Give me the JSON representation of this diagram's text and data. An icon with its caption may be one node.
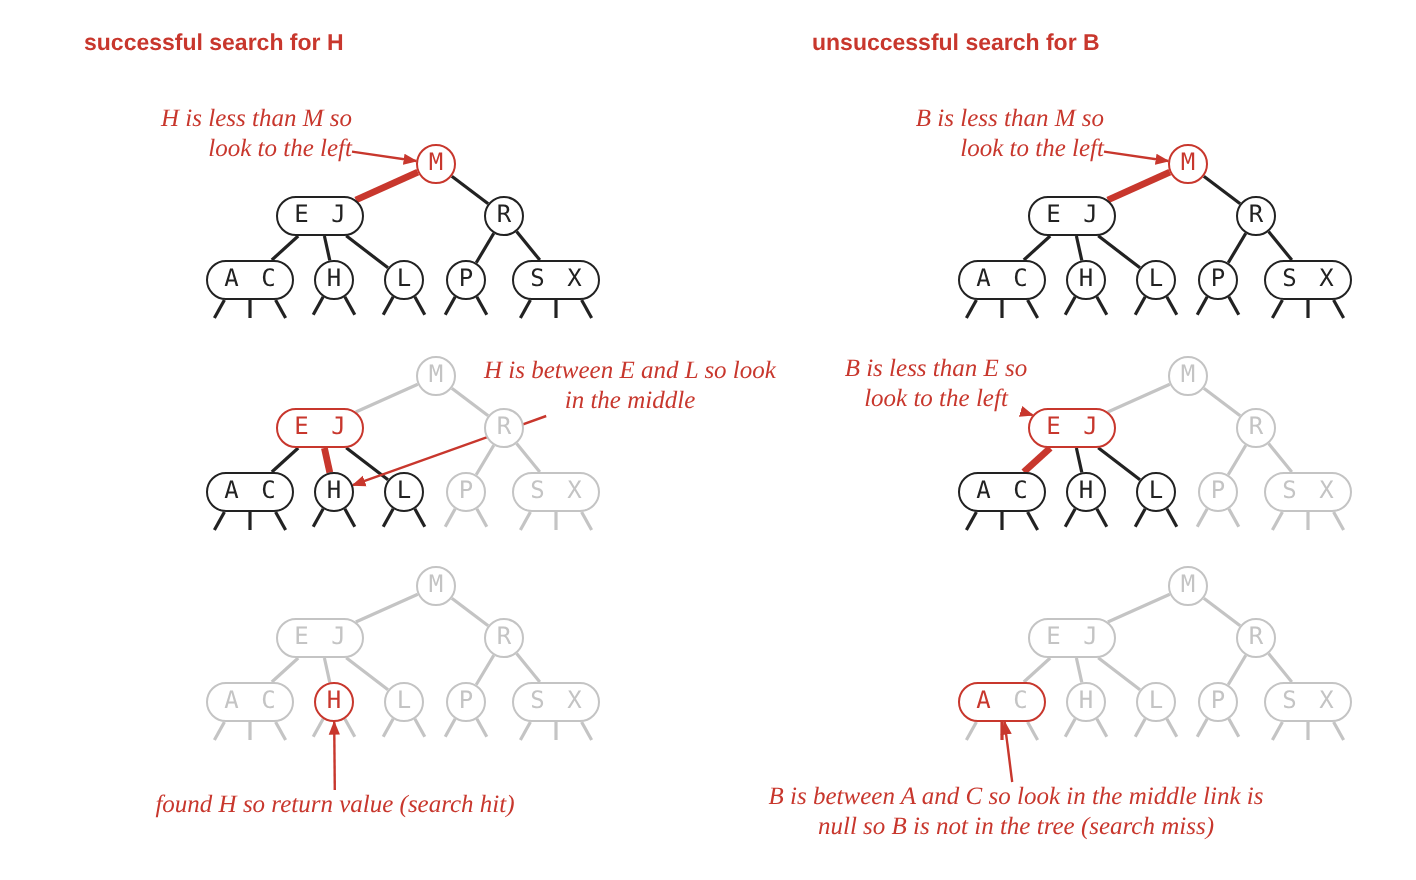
{
  "diagram": {
    "nodes": [
      {
        "text": [
          "H is less than M so look to the left"
        ]
      },
      {
        "text": [
          "M"
        ]
      },
      {
        "text": [
          "E J"
        ]
      },
      {
        "text": [
          "R"
        ]
      },
      {
        "text": [
          "A C"
        ]
      },
      {
        "text": [
          "H"
        ]
      },
      {
        "text": [
          "L"
        ]
      },
      {
        "text": [
          "P"
        ]
      },
      {
        "text": [
          "S X"
        ]
      },
      {
        "text": [
          "B is less than M so look to the left"
        ]
      },
      {
        "text": [
          "M"
        ]
      },
      {
        "text": [
          "E J"
        ]
      },
      {
        "text": [
          "R"
        ]
      },
      {
        "text": [
          "A C"
        ]
      },
      {
        "text": [
          "H"
        ]
      },
      {
        "text": [
          "L"
        ]
      },
      {
        "text": [
          "P"
        ]
      },
      {
        "text": [
          "S X"
        ]
      },
      {
        "text": [
          "H is between E and L so look in the middle"
        ]
      },
      {
        "text": [
          "M"
        ]
      },
      {
        "text": [
          "E J"
        ]
      },
      {
        "text": [
          "R"
        ]
      },
      {
        "text": [
          "A C"
        ]
      },
      {
        "text": [
          "H"
        ]
      },
      {
        "text": [
          "L"
        ]
      },
      {
        "text": [
          "P"
        ]
      },
      {
        "text": [
          "S X"
        ]
      },
      {
        "text": [
          "B is less than E so look to the left"
        ]
      },
      {
        "text": [
          "M"
        ]
      },
      {
        "text": [
          "E J"
        ]
      },
      {
        "text": [
          "R"
        ]
      },
      {
        "text": [
          "A C"
        ]
      },
      {
        "text": [
          "H"
        ]
      },
      {
        "text": [
          "L"
        ]
      },
      {
        "text": [
          "P"
        ]
      },
      {
        "text": [
          "S X"
        ]
      },
      {
        "text": [
          "found H so return value (search hit)"
        ]
      },
      {
        "text": [
          "M"
        ]
      },
      {
        "text": [
          "E J"
        ]
      },
      {
        "text": [
          "R"
        ]
      },
      {
        "text": [
          "A C"
        ]
      },
      {
        "text": [
          "H"
        ]
      },
      {
        "text": [
          "L"
        ]
      },
      {
        "text": [
          "P"
        ]
      },
      {
        "text": [
          "S X"
        ]
      },
      {
        "text": [
          "B is between A and C so look in the middle link is null so B is not in the tree (search miss)"
        ]
      },
      {
        "text": [
          "M"
        ]
      },
      {
        "text": [
          "E J"
        ]
      },
      {
        "text": [
          "R"
        ]
      },
      {
        "text": [
          "A C"
        ]
      },
      {
        "text": [
          "H"
        ]
      },
      {
        "text": [
          "L"
        ]
      },
      {
        "text": [
          "P"
        ]
      },
      {
        "text": [
          "S X"
        ]
      }
    ],
    "edges": [
      {
        "from": 1,
        "to": 2,
        "arrow": "none",
        "style": "thick",
        "color": "#c8372d"
      },
      {
        "from": 1,
        "to": 3,
        "arrow": "none",
        "color": "#222222"
      },
      {
        "from": 2,
        "to": 4,
        "arrow": "none",
        "color": "#222222"
      },
      {
        "from": 2,
        "to": 5,
        "arrow": "none",
        "color": "#222222"
      },
      {
        "from": 2,
        "to": 6,
        "arrow": "none",
        "color": "#222222"
      },
      {
        "from": 3,
        "to": 7,
        "arrow": "none",
        "color": "#222222"
      },
      {
        "from": 3,
        "to": 8,
        "arrow": "none",
        "color": "#222222"
      },
      {
        "from": 4,
        "to": null,
        "arrow": "none",
        "color": "#222222"
      },
      {
        "from": 4,
        "to": null,
        "arrow": "none",
        "color": "#222222"
      },
      {
        "from": 4,
        "to": null,
        "arrow": "none",
        "color": "#222222"
      },
      {
        "from": 5,
        "to": null,
        "arrow": "none",
        "color": "#222222"
      },
      {
        "from": 5,
        "to": null,
        "arrow": "none",
        "color": "#222222"
      },
      {
        "from": 6,
        "to": null,
        "arrow": "none",
        "color": "#222222"
      },
      {
        "from": 6,
        "to": null,
        "arrow": "none",
        "color": "#222222"
      },
      {
        "from": 7,
        "to": null,
        "arrow": "none",
        "color": "#222222"
      },
      {
        "from": 7,
        "to": null,
        "arrow": "none",
        "color": "#222222"
      },
      {
        "from": 8,
        "to": null,
        "arrow": "none",
        "color": "#222222"
      },
      {
        "from": 8,
        "to": null,
        "arrow": "none",
        "color": "#222222"
      },
      {
        "from": 8,
        "to": null,
        "arrow": "none",
        "color": "#222222"
      },
      {
        "from": 0,
        "to": 1,
        "arrow": "to",
        "color": "#c8372d"
      },
      {
        "from": 10,
        "to": 11,
        "arrow": "none",
        "style": "thick",
        "color": "#c8372d"
      },
      {
        "from": 10,
        "to": 12,
        "arrow": "none",
        "color": "#222222"
      },
      {
        "from": 11,
        "to": 13,
        "arrow": "none",
        "color": "#222222"
      },
      {
        "from": 11,
        "to": 14,
        "arrow": "none",
        "color": "#222222"
      },
      {
        "from": 11,
        "to": 15,
        "arrow": "none",
        "color": "#222222"
      },
      {
        "from": 12,
        "to": 16,
        "arrow": "none",
        "color": "#222222"
      },
      {
        "from": 12,
        "to": 17,
        "arrow": "none",
        "color": "#222222"
      },
      {
        "from": 13,
        "to": null,
        "arrow": "none",
        "color": "#222222"
      },
      {
        "from": 13,
        "to": null,
        "arrow": "none",
        "color": "#222222"
      },
      {
        "from": 13,
        "to": null,
        "arrow": "none",
        "color": "#222222"
      },
      {
        "from": 14,
        "to": null,
        "arrow": "none",
        "color": "#222222"
      },
      {
        "from": 14,
        "to": null,
        "arrow": "none",
        "color": "#222222"
      },
      {
        "from": 15,
        "to": null,
        "arrow": "none",
        "color": "#222222"
      },
      {
        "from": 15,
        "to": null,
        "arrow": "none",
        "color": "#222222"
      },
      {
        "from": 16,
        "to": null,
        "arrow": "none",
        "color": "#222222"
      },
      {
        "from": 16,
        "to": null,
        "arrow": "none",
        "color": "#222222"
      },
      {
        "from": 17,
        "to": null,
        "arrow": "none",
        "color": "#222222"
      },
      {
        "from": 17,
        "to": null,
        "arrow": "none",
        "color": "#222222"
      },
      {
        "from": 17,
        "to": null,
        "arrow": "none",
        "color": "#222222"
      },
      {
        "from": 9,
        "to": 10,
        "arrow": "to",
        "color": "#c8372d"
      },
      {
        "from": 19,
        "to": 20,
        "arrow": "none"
      },
      {
        "from": 19,
        "to": 21,
        "arrow": "none"
      },
      {
        "from": 20,
        "to": 22,
        "arrow": "none",
        "color": "#222222"
      },
      {
        "from": 20,
        "to": 23,
        "arrow": "none",
        "style": "thick",
        "color": "#c8372d"
      },
      {
        "from": 20,
        "to": 24,
        "arrow": "none",
        "color": "#222222"
      },
      {
        "from": 21,
        "to": 25,
        "arrow": "none"
      },
      {
        "from": 21,
        "to": 26,
        "arrow": "none"
      },
      {
        "from": 22,
        "to": null,
        "arrow": "none",
        "color": "#222222"
      },
      {
        "from": 22,
        "to": null,
        "arrow": "none",
        "color": "#222222"
      },
      {
        "from": 22,
        "to": null,
        "arrow": "none",
        "color": "#222222"
      },
      {
        "from": 23,
        "to": null,
        "arrow": "none",
        "color": "#222222"
      },
      {
        "from": 23,
        "to": null,
        "arrow": "none",
        "color": "#222222"
      },
      {
        "from": 24,
        "to": null,
        "arrow": "none",
        "color": "#222222"
      },
      {
        "from": 24,
        "to": null,
        "arrow": "none",
        "color": "#222222"
      },
      {
        "from": 25,
        "to": null,
        "arrow": "none"
      },
      {
        "from": 25,
        "to": null,
        "arrow": "none"
      },
      {
        "from": 26,
        "to": null,
        "arrow": "none"
      },
      {
        "from": 26,
        "to": null,
        "arrow": "none"
      },
      {
        "from": 26,
        "to": null,
        "arrow": "none"
      },
      {
        "from": 18,
        "to": 23,
        "arrow": "to",
        "color": "#c8372d"
      },
      {
        "from": 28,
        "to": 29,
        "arrow": "none"
      },
      {
        "from": 28,
        "to": 30,
        "arrow": "none"
      },
      {
        "from": 29,
        "to": 31,
        "arrow": "none",
        "style": "thick",
        "color": "#c8372d"
      },
      {
        "from": 29,
        "to": 32,
        "arrow": "none",
        "color": "#222222"
      },
      {
        "from": 29,
        "to": 33,
        "arrow": "none",
        "color": "#222222"
      },
      {
        "from": 30,
        "to": 34,
        "arrow": "none"
      },
      {
        "from": 30,
        "to": 35,
        "arrow": "none"
      },
      {
        "from": 31,
        "to": null,
        "arrow": "none",
        "color": "#222222"
      },
      {
        "from": 31,
        "to": null,
        "arrow": "none",
        "color": "#222222"
      },
      {
        "from": 31,
        "to": null,
        "arrow": "none",
        "color": "#222222"
      },
      {
        "from": 32,
        "to": null,
        "arrow": "none",
        "color": "#222222"
      },
      {
        "from": 32,
        "to": null,
        "arrow": "none",
        "color": "#222222"
      },
      {
        "from": 33,
        "to": null,
        "arrow": "none",
        "color": "#222222"
      },
      {
        "from": 33,
        "to": null,
        "arrow": "none",
        "color": "#222222"
      },
      {
        "from": 34,
        "to": null,
        "arrow": "none"
      },
      {
        "from": 34,
        "to": null,
        "arrow": "none"
      },
      {
        "from": 35,
        "to": null,
        "arrow": "none"
      },
      {
        "from": 35,
        "to": null,
        "arrow": "none"
      },
      {
        "from": 35,
        "to": null,
        "arrow": "none"
      },
      {
        "from": 27,
        "to": 29,
        "arrow": "to",
        "color": "#c8372d"
      },
      {
        "from": 37,
        "to": 38,
        "arrow": "none"
      },
      {
        "from": 37,
        "to": 39,
        "arrow": "none"
      },
      {
        "from": 38,
        "to": 40,
        "arrow": "none"
      },
      {
        "from": 38,
        "to": 41,
        "arrow": "none"
      },
      {
        "from": 38,
        "to": 42,
        "arrow": "none"
      },
      {
        "from": 39,
        "to": 43,
        "arrow": "none"
      },
      {
        "from": 39,
        "to": 44,
        "arrow": "none"
      },
      {
        "from": 40,
        "to": null,
        "arrow": "none"
      },
      {
        "from": 40,
        "to": null,
        "arrow": "none"
      },
      {
        "from": 40,
        "to": null,
        "arrow": "none"
      },
      {
        "from": 41,
        "to": null,
        "arrow": "none"
      },
      {
        "from": 41,
        "to": null,
        "arrow": "none"
      },
      {
        "from": 42,
        "to": null,
        "arrow": "none"
      },
      {
        "from": 42,
        "to": null,
        "arrow": "none"
      },
      {
        "from": 43,
        "to": null,
        "arrow": "none"
      },
      {
        "from": 43,
        "to": null,
        "arrow": "none"
      },
      {
        "from": 44,
        "to": null,
        "arrow": "none"
      },
      {
        "from": 44,
        "to": null,
        "arrow": "none"
      },
      {
        "from": 44,
        "to": null,
        "arrow": "none"
      },
      {
        "from": 36,
        "to": 41,
        "arrow": "to",
        "color": "#c8372d"
      },
      {
        "from": 46,
        "to": 47,
        "arrow": "none"
      },
      {
        "from": 46,
        "to": 48,
        "arrow": "none"
      },
      {
        "from": 47,
        "to": 49,
        "arrow": "none"
      },
      {
        "from": 47,
        "to": 50,
        "arrow": "none"
      },
      {
        "from": 47,
        "to": 51,
        "arrow": "none"
      },
      {
        "from": 48,
        "to": 52,
        "arrow": "none"
      },
      {
        "from": 48,
        "to": 53,
        "arrow": "none"
      },
      {
        "from": 49,
        "to": null,
        "arrow": "none"
      },
      {
        "from": 49,
        "to": null,
        "arrow": "none",
        "color": "#c8372d"
      },
      {
        "from": 49,
        "to": null,
        "arrow": "none"
      },
      {
        "from": 50,
        "to": null,
        "arrow": "none"
      },
      {
        "from": 50,
        "to": null,
        "arrow": "none"
      },
      {
        "from": 51,
        "to": null,
        "arrow": "none"
      },
      {
        "from": 51,
        "to": null,
        "arrow": "none"
      },
      {
        "from": 52,
        "to": null,
        "arrow": "none"
      },
      {
        "from": 52,
        "to": null,
        "arrow": "none"
      },
      {
        "from": 53,
        "to": null,
        "arrow": "none"
      },
      {
        "from": 53,
        "to": null,
        "arrow": "none"
      },
      {
        "from": 53,
        "to": null,
        "arrow": "none"
      },
      {
        "from": 45,
        "to": 49,
        "arrow": "to",
        "color": "#c8372d"
      }
    ],
    "labels": [
      "successful search for H",
      "unsuccessful search for B"
    ]
  }
}
